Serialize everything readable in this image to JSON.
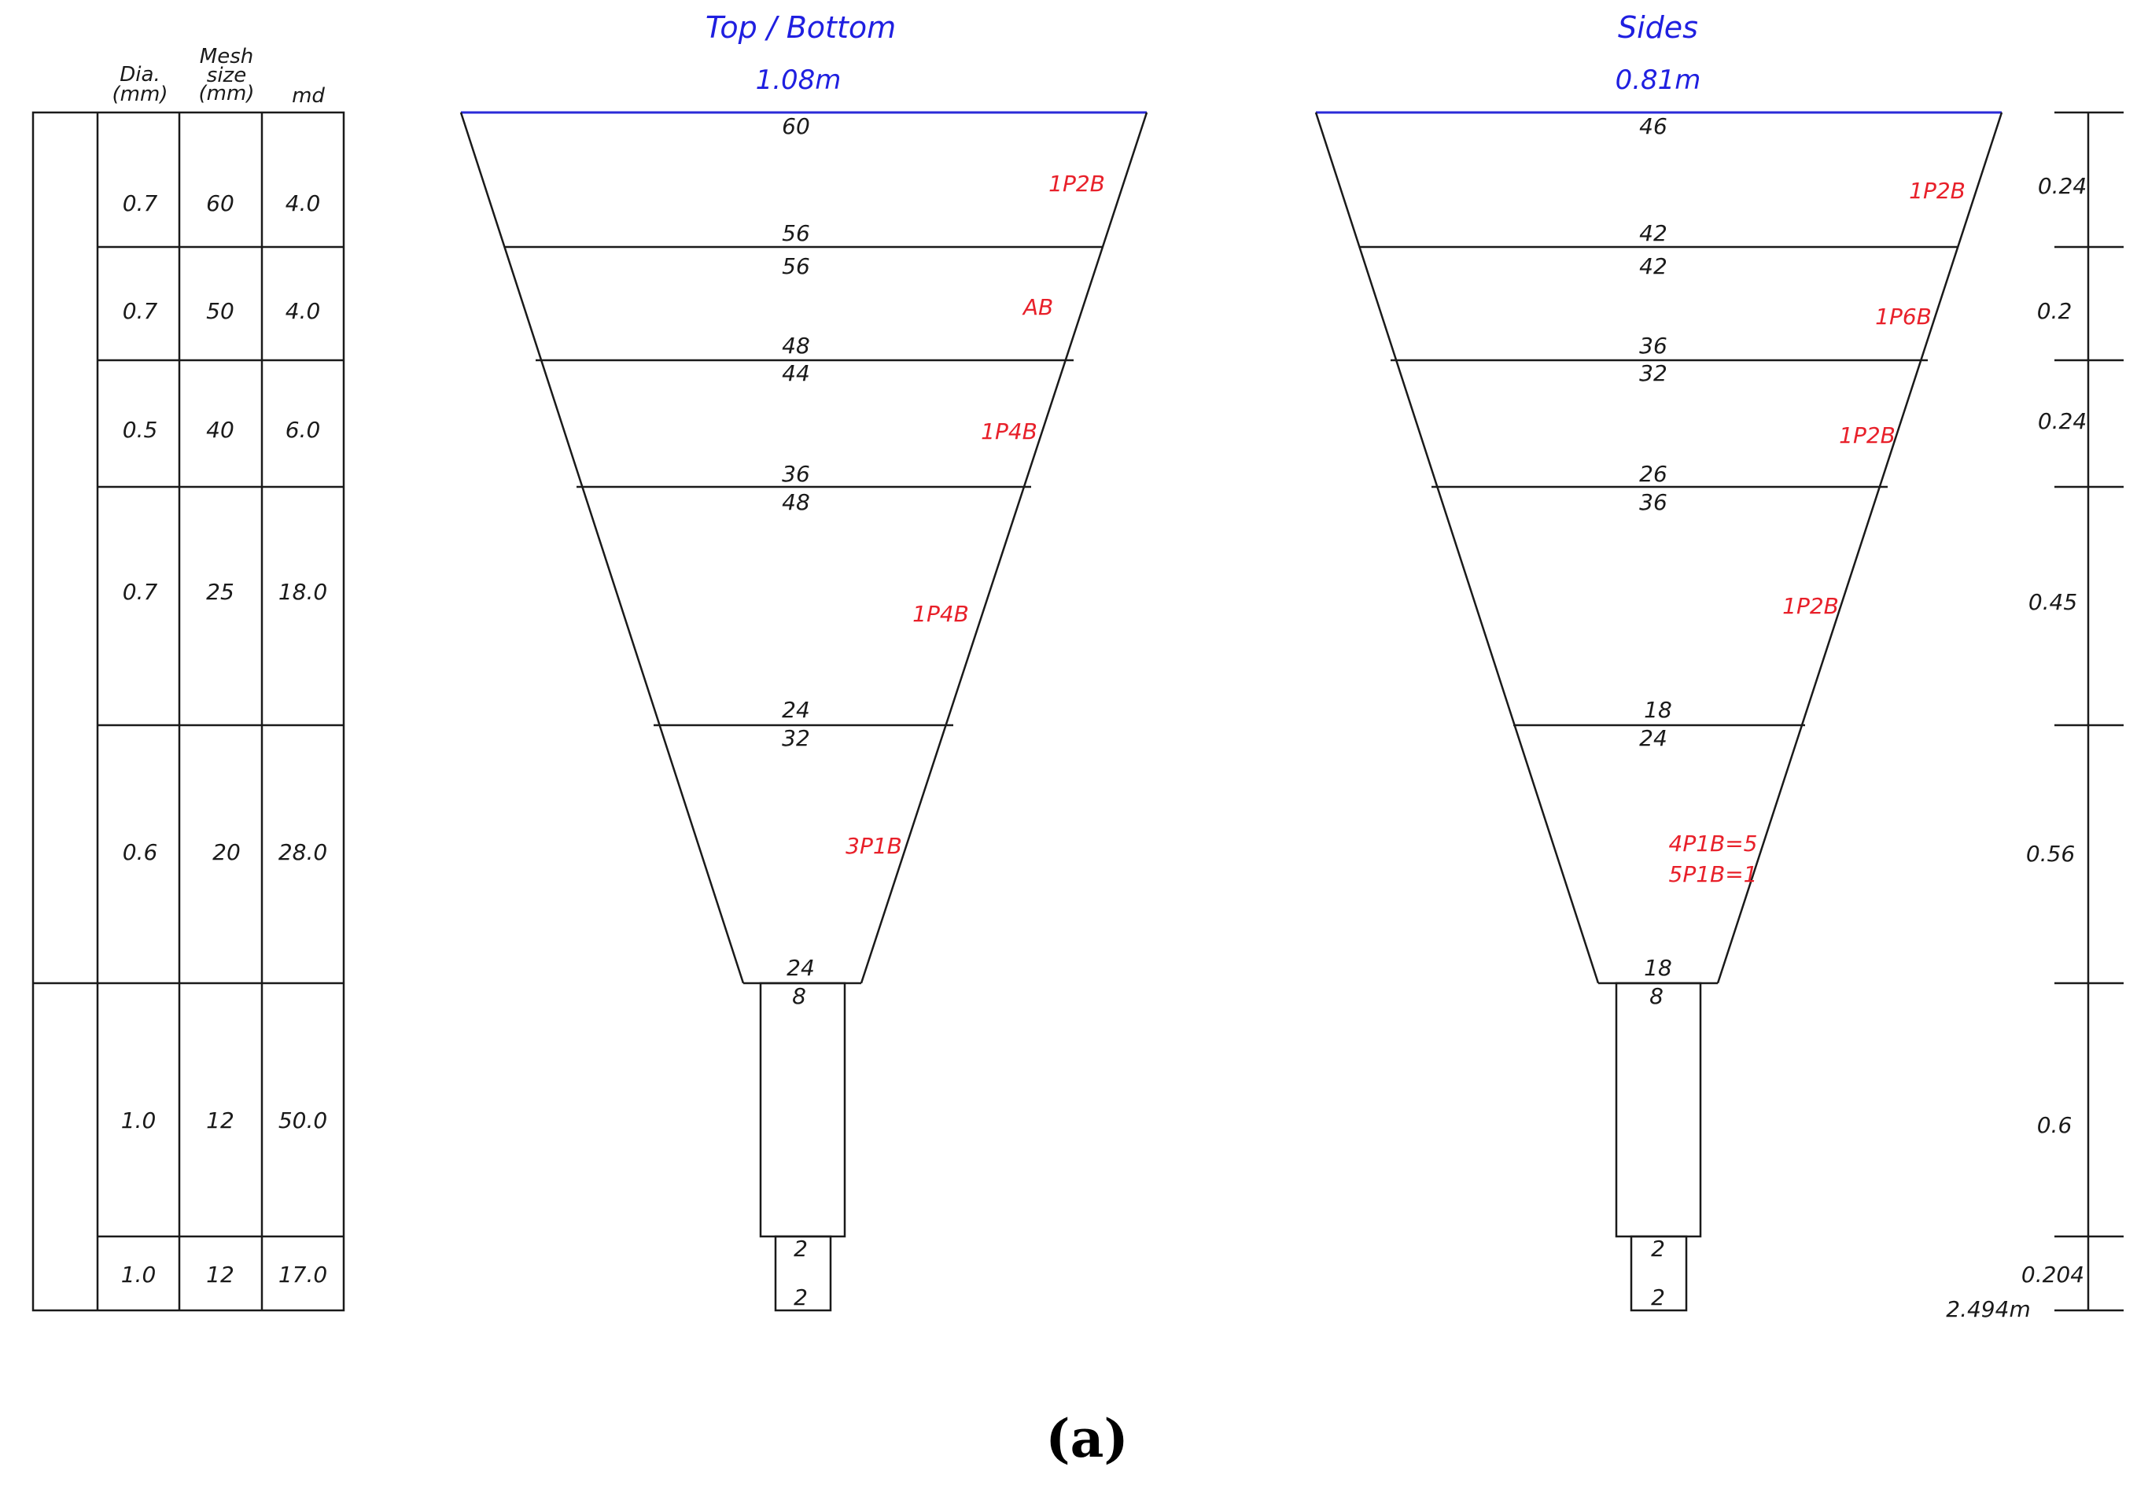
{
  "table": {
    "headers": {
      "dia": [
        "Dia.",
        "(mm)"
      ],
      "mesh": [
        "Mesh",
        "size",
        "(mm)"
      ],
      "md": "md"
    },
    "rows": [
      {
        "dia": "0.7",
        "mesh": "60",
        "md": "4.0"
      },
      {
        "dia": "0.7",
        "mesh": "50",
        "md": "4.0"
      },
      {
        "dia": "0.5",
        "mesh": "40",
        "md": "6.0"
      },
      {
        "dia": "0.7",
        "mesh": "25",
        "md": "18.0"
      },
      {
        "dia": "0.6",
        "mesh": "20",
        "md": "28.0"
      },
      {
        "dia": "1.0",
        "mesh": "12",
        "md": "50.0"
      },
      {
        "dia": "1.0",
        "mesh": "12",
        "md": "17.0"
      }
    ]
  },
  "top_bottom": {
    "title": "Top / Bottom",
    "width": "1.08m",
    "labels": [
      "60",
      "56",
      "56",
      "48",
      "44",
      "36",
      "48",
      "24",
      "32",
      "24",
      "8",
      "2",
      "2"
    ],
    "cuts": [
      "1P2B",
      "AB",
      "1P4B",
      "1P4B",
      "3P1B"
    ]
  },
  "sides": {
    "title": "Sides",
    "width": "0.81m",
    "labels": [
      "46",
      "42",
      "42",
      "36",
      "32",
      "26",
      "36",
      "18",
      "24",
      "18",
      "8",
      "2",
      "2"
    ],
    "cuts": [
      "1P2B",
      "1P6B",
      "1P2B",
      "1P2B",
      "4P1B=5",
      "5P1B=1"
    ]
  },
  "scale": {
    "segments": [
      "0.24",
      "0.2",
      "0.24",
      "0.45",
      "0.56",
      "0.6",
      "0.204"
    ],
    "total": "2.494m"
  },
  "caption": "(a)",
  "colors": {
    "line": "#1a1a1a",
    "cut_label": "#e8202a",
    "header_label": "#1f1fe0"
  }
}
